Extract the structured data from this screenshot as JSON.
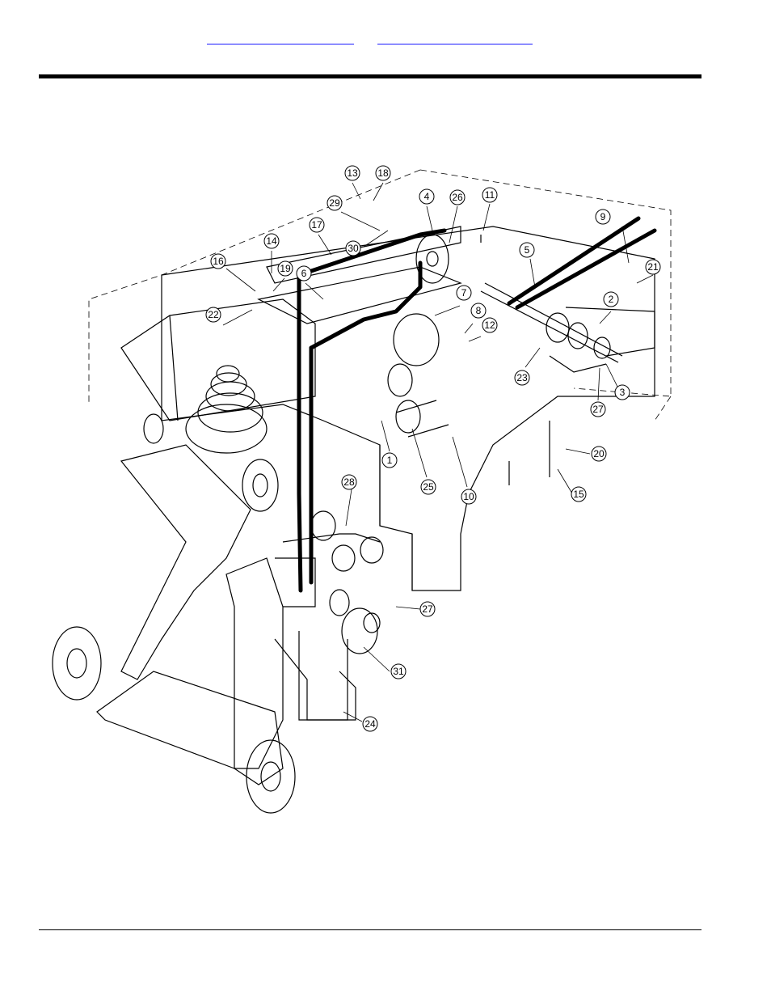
{
  "header": {
    "links": [
      {
        "label": ""
      },
      {
        "label": ""
      }
    ]
  },
  "figure": {
    "callouts": [
      {
        "label": "13"
      },
      {
        "label": "18"
      },
      {
        "label": "29"
      },
      {
        "label": "4"
      },
      {
        "label": "26"
      },
      {
        "label": "11"
      },
      {
        "label": "17"
      },
      {
        "label": "30"
      },
      {
        "label": "14"
      },
      {
        "label": "16"
      },
      {
        "label": "19"
      },
      {
        "label": "6"
      },
      {
        "label": "22"
      },
      {
        "label": "7"
      },
      {
        "label": "8"
      },
      {
        "label": "12"
      },
      {
        "label": "5"
      },
      {
        "label": "9"
      },
      {
        "label": "21"
      },
      {
        "label": "2"
      },
      {
        "label": "23"
      },
      {
        "label": "3"
      },
      {
        "label": "27"
      },
      {
        "label": "1"
      },
      {
        "label": "25"
      },
      {
        "label": "10"
      },
      {
        "label": "20"
      },
      {
        "label": "15"
      },
      {
        "label": "28"
      },
      {
        "label": "27"
      },
      {
        "label": "31"
      },
      {
        "label": "24"
      }
    ]
  }
}
